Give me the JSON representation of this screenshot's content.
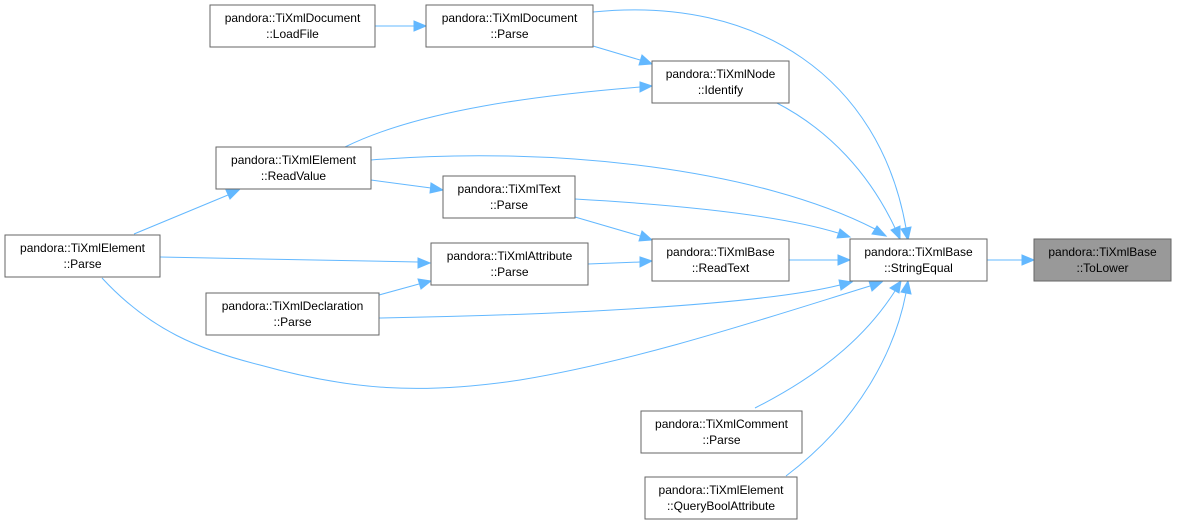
{
  "colors": {
    "edge": "#63b8ff",
    "node_border": "#666666",
    "node_fill": "#ffffff",
    "highlight_fill": "#999999"
  },
  "nodes": {
    "tolower": {
      "line1": "pandora::TiXmlBase",
      "line2": "::ToLower"
    },
    "stringequal": {
      "line1": "pandora::TiXmlBase",
      "line2": "::StringEqual"
    },
    "doc_loadfile": {
      "line1": "pandora::TiXmlDocument",
      "line2": "::LoadFile"
    },
    "doc_parse": {
      "line1": "pandora::TiXmlDocument",
      "line2": "::Parse"
    },
    "node_identify": {
      "line1": "pandora::TiXmlNode",
      "line2": "::Identify"
    },
    "elem_readvalue": {
      "line1": "pandora::TiXmlElement",
      "line2": "::ReadValue"
    },
    "text_parse": {
      "line1": "pandora::TiXmlText",
      "line2": "::Parse"
    },
    "elem_parse": {
      "line1": "pandora::TiXmlElement",
      "line2": "::Parse"
    },
    "attr_parse": {
      "line1": "pandora::TiXmlAttribute",
      "line2": "::Parse"
    },
    "base_readtext": {
      "line1": "pandora::TiXmlBase",
      "line2": "::ReadText"
    },
    "decl_parse": {
      "line1": "pandora::TiXmlDeclaration",
      "line2": "::Parse"
    },
    "comment_parse": {
      "line1": "pandora::TiXmlComment",
      "line2": "::Parse"
    },
    "elem_querybool": {
      "line1": "pandora::TiXmlElement",
      "line2": "::QueryBoolAttribute"
    }
  },
  "edges": [
    {
      "from": "stringequal",
      "to": "tolower"
    },
    {
      "from": "doc_parse",
      "to": "stringequal"
    },
    {
      "from": "node_identify",
      "to": "stringequal"
    },
    {
      "from": "elem_readvalue",
      "to": "stringequal"
    },
    {
      "from": "text_parse",
      "to": "stringequal"
    },
    {
      "from": "base_readtext",
      "to": "stringequal"
    },
    {
      "from": "decl_parse",
      "to": "stringequal"
    },
    {
      "from": "elem_parse",
      "to": "stringequal"
    },
    {
      "from": "comment_parse",
      "to": "stringequal"
    },
    {
      "from": "elem_querybool",
      "to": "stringequal"
    },
    {
      "from": "doc_loadfile",
      "to": "doc_parse"
    },
    {
      "from": "doc_parse",
      "to": "node_identify"
    },
    {
      "from": "elem_readvalue",
      "to": "node_identify"
    },
    {
      "from": "elem_readvalue",
      "to": "text_parse"
    },
    {
      "from": "text_parse",
      "to": "base_readtext"
    },
    {
      "from": "attr_parse",
      "to": "base_readtext"
    },
    {
      "from": "elem_parse",
      "to": "elem_readvalue"
    },
    {
      "from": "elem_parse",
      "to": "attr_parse"
    },
    {
      "from": "decl_parse",
      "to": "attr_parse"
    }
  ]
}
